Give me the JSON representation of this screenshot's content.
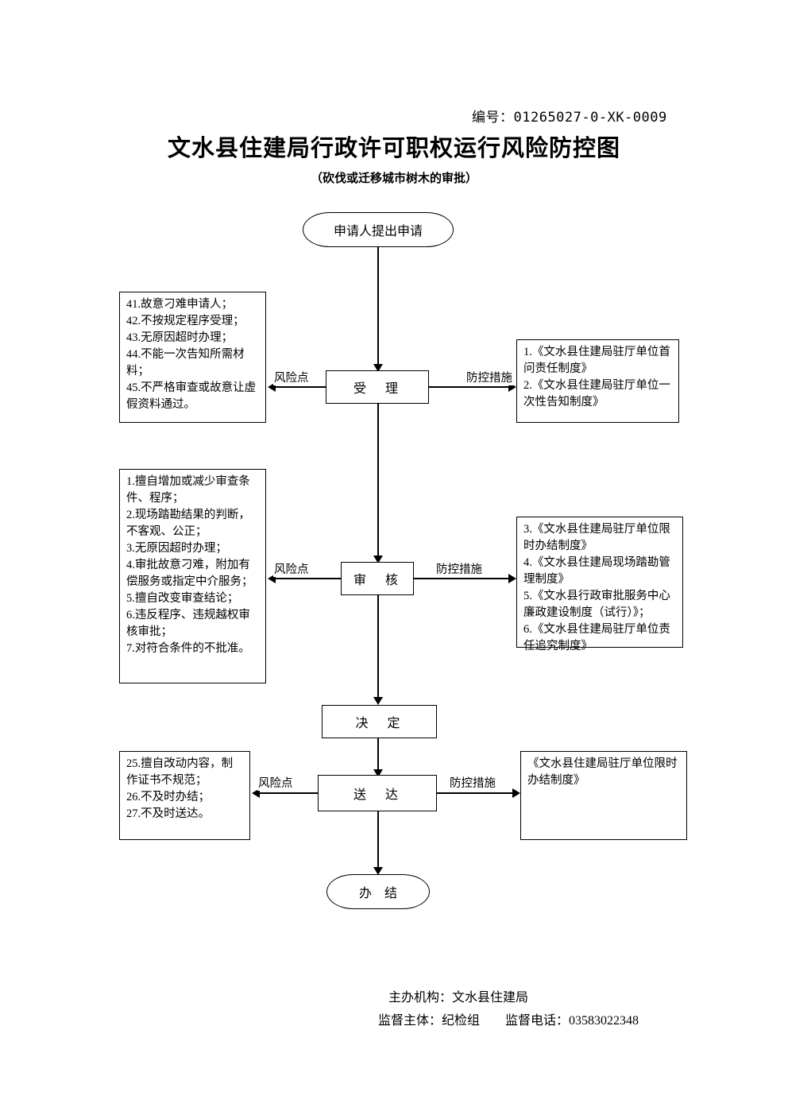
{
  "header": {
    "doc_number": "编号：01265027-0-XK-0009",
    "title": "文水县住建局行政许可职权运行风险防控图",
    "subtitle": "（砍伐或迁移城市树木的审批）"
  },
  "labels": {
    "risk_point": "风险点",
    "control_measure": "防控措施"
  },
  "nodes": {
    "start": "申请人提出申请",
    "accept": "受　理",
    "review": "审　核",
    "decide": "决　定",
    "deliver": "送　达",
    "end": "办　结"
  },
  "risks": {
    "accept": "41.故意刁难申请人；\n42.不按规定程序受理；\n43.无原因超时办理；\n44.不能一次告知所需材料；\n45.不严格审查或故意让虚假资料通过。",
    "review": "1.擅自增加或减少审查条件、程序；\n2.现场踏勘结果的判断，不客观、公正；\n3.无原因超时办理；\n4.审批故意刁难，附加有偿服务或指定中介服务；\n5.擅自改变审查结论；\n6.违反程序、违规越权审核审批；\n7.对符合条件的不批准。",
    "deliver": "25.擅自改动内容，制作证书不规范；\n26.不及时办结；\n27.不及时送达。"
  },
  "measures": {
    "accept": "1.《文水县住建局驻厅单位首问责任制度》\n2.《文水县住建局驻厅单位一次性告知制度》",
    "review": "3.《文水县住建局驻厅单位限时办结制度》\n4.《文水县住建局现场踏勘管理制度》\n5.《文水县行政审批服务中心廉政建设制度（试行）》；\n6.《文水县住建局驻厅单位责任追究制度》",
    "deliver": "《文水县住建局驻厅单位限时办结制度》"
  },
  "footer": {
    "line1": "主办机构：文水县住建局",
    "line2": "监督主体：纪检组　　监督电话：03583022348"
  }
}
